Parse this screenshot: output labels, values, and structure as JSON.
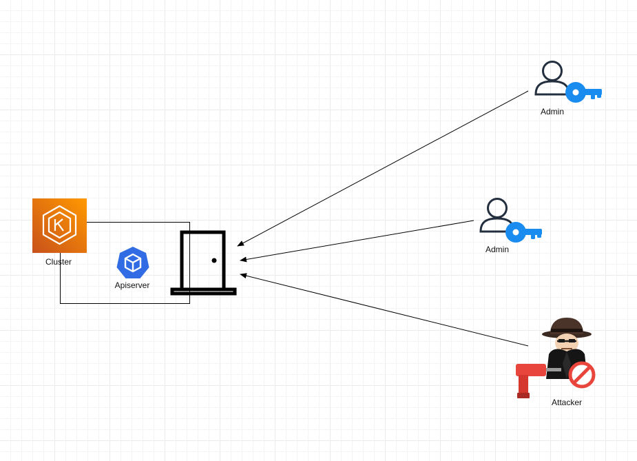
{
  "nodes": {
    "cluster": {
      "label": "Cluster",
      "color": "#E7711B"
    },
    "apiserver": {
      "label": "Apiserver",
      "color": "#326CE5"
    },
    "admin_1": {
      "label": "Admin"
    },
    "admin_2": {
      "label": "Admin"
    },
    "attacker": {
      "label": "Attacker"
    }
  },
  "icons": {
    "cluster": "eks-icon",
    "apiserver": "kubernetes-icon",
    "gateway": "door-icon",
    "admin": "user-key-icon",
    "attacker": "spy-drill-icon"
  },
  "colors": {
    "key": "#1A8CF0",
    "grid": "#EBEBEB",
    "attacker_red": "#E8453C"
  }
}
